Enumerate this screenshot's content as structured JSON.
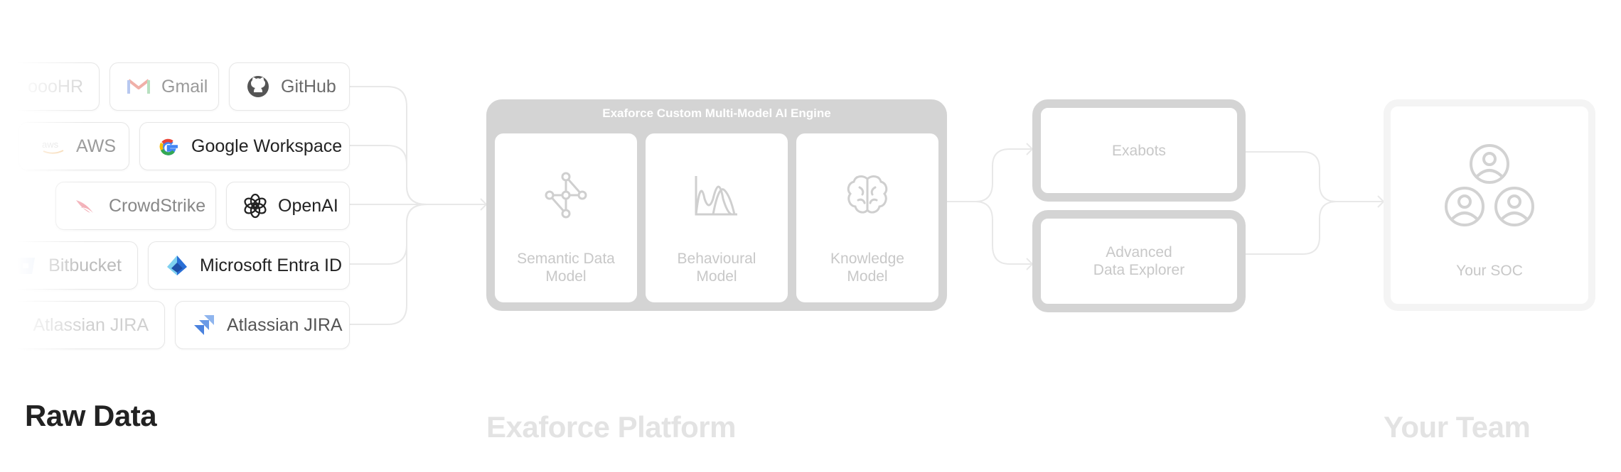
{
  "sources": [
    {
      "label": "oooHR",
      "icon": "oohr-icon",
      "style": "faded"
    },
    {
      "label": "Gmail",
      "icon": "gmail-icon",
      "style": "muted"
    },
    {
      "label": "GitHub",
      "icon": "github-icon",
      "style": "muted"
    },
    {
      "label": "AWS",
      "icon": "aws-icon",
      "style": "muted"
    },
    {
      "label": "Google Workspace",
      "icon": "google-icon",
      "style": "strong"
    },
    {
      "label": "CrowdStrike",
      "icon": "crowdstrike-icon",
      "style": "muted"
    },
    {
      "label": "OpenAI",
      "icon": "openai-icon",
      "style": "strong"
    },
    {
      "label": "Bitbucket",
      "icon": "bitbucket-icon",
      "style": "faded"
    },
    {
      "label": "Microsoft Entra ID",
      "icon": "microsoft-entra-icon",
      "style": "strong"
    },
    {
      "label": "Atlassian JIRA",
      "icon": "jira-icon",
      "style": "faded"
    },
    {
      "label": "Atlassian JIRA",
      "icon": "jira-icon",
      "style": "muted"
    }
  ],
  "engine": {
    "title": "Exaforce Custom Multi-Model AI Engine",
    "models": [
      {
        "label": "Semantic Data\nModel",
        "icon": "network-graph-icon"
      },
      {
        "label": "Behavioural\nModel",
        "icon": "distribution-chart-icon"
      },
      {
        "label": "Knowledge\nModel",
        "icon": "brain-icon"
      }
    ]
  },
  "outputs": [
    {
      "label": "Exabots"
    },
    {
      "label": "Advanced\nData Explorer"
    }
  ],
  "team": {
    "label": "Your SOC",
    "icon": "users-group-icon"
  },
  "headings": {
    "raw_data": "Raw Data",
    "platform": "Exaforce Platform",
    "team": "Your Team"
  },
  "colors": {
    "engine_gray": "#d4d4d4",
    "muted_text": "#c8c8c8",
    "heading_dark": "#222222",
    "heading_light": "#e3e3e3",
    "connector": "#e8e8e8"
  }
}
